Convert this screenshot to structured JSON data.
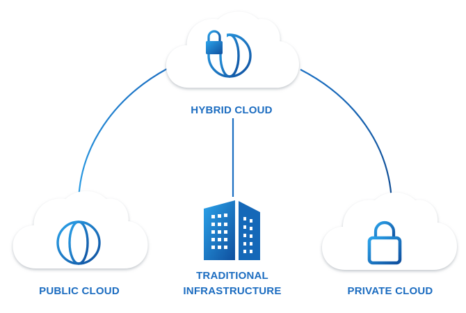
{
  "colors": {
    "accent": "#1f6fc4",
    "accent_light": "#2b9fe6",
    "accent_dark": "#0f4f9e",
    "label": "#1b6cc0",
    "cloud_fill": "#ffffff",
    "cloud_shadow": "#b8bec6"
  },
  "nodes": {
    "hybrid_cloud": {
      "label": "HYBRID CLOUD",
      "icon": "globe-lock-icon"
    },
    "public_cloud": {
      "label": "PUBLIC CLOUD",
      "icon": "globe-icon"
    },
    "traditional": {
      "label_line1": "TRADITIONAL",
      "label_line2": "INFRASTRUCTURE",
      "icon": "office-building-icon"
    },
    "private_cloud": {
      "label": "PRIVATE CLOUD",
      "icon": "padlock-icon"
    }
  },
  "edges": [
    {
      "from": "hybrid_cloud",
      "to": "public_cloud"
    },
    {
      "from": "hybrid_cloud",
      "to": "traditional"
    },
    {
      "from": "hybrid_cloud",
      "to": "private_cloud"
    }
  ]
}
